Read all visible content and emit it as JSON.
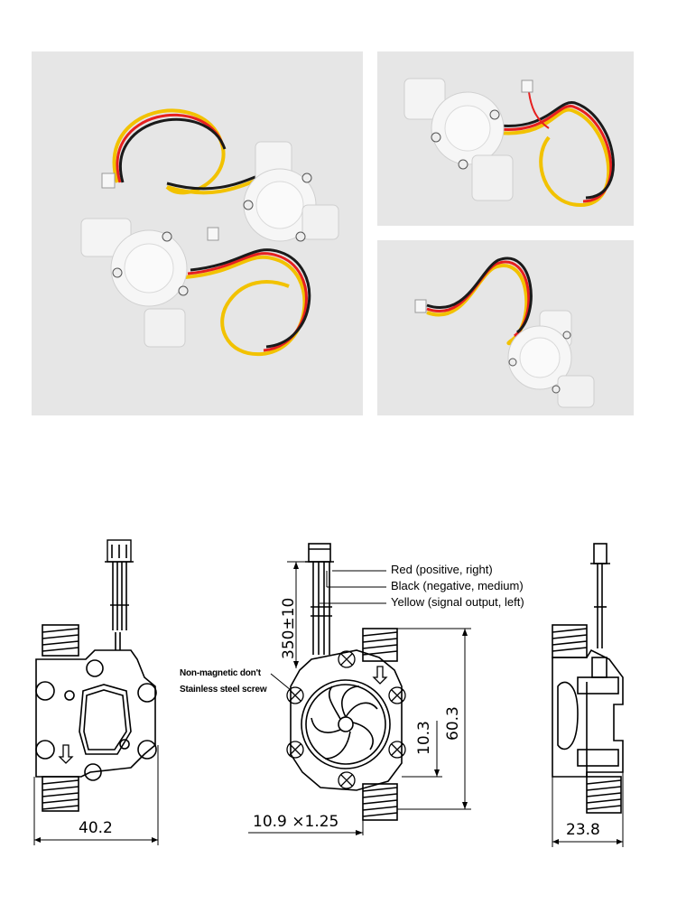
{
  "photos": {
    "background": "#e6e6e6",
    "sensor_body_color": "#f4f4f4",
    "wire_colors": {
      "red": "#e62020",
      "black": "#1a1a1a",
      "yellow": "#f2c200"
    },
    "count": 3
  },
  "wire_labels": {
    "red": "Red (positive, right)",
    "black": "Black (negative, medium)",
    "yellow": "Yellow (signal output, left)"
  },
  "notes": {
    "non_magnetic": "Non-magnetic don't",
    "screw": "Stainless steel screw"
  },
  "dimensions": {
    "left_width": "40.2",
    "thread": "10.9 ×1.25",
    "side_width": "23.8",
    "cable_length": "350±10",
    "height": "60.3",
    "lower_offset": "10.3"
  }
}
